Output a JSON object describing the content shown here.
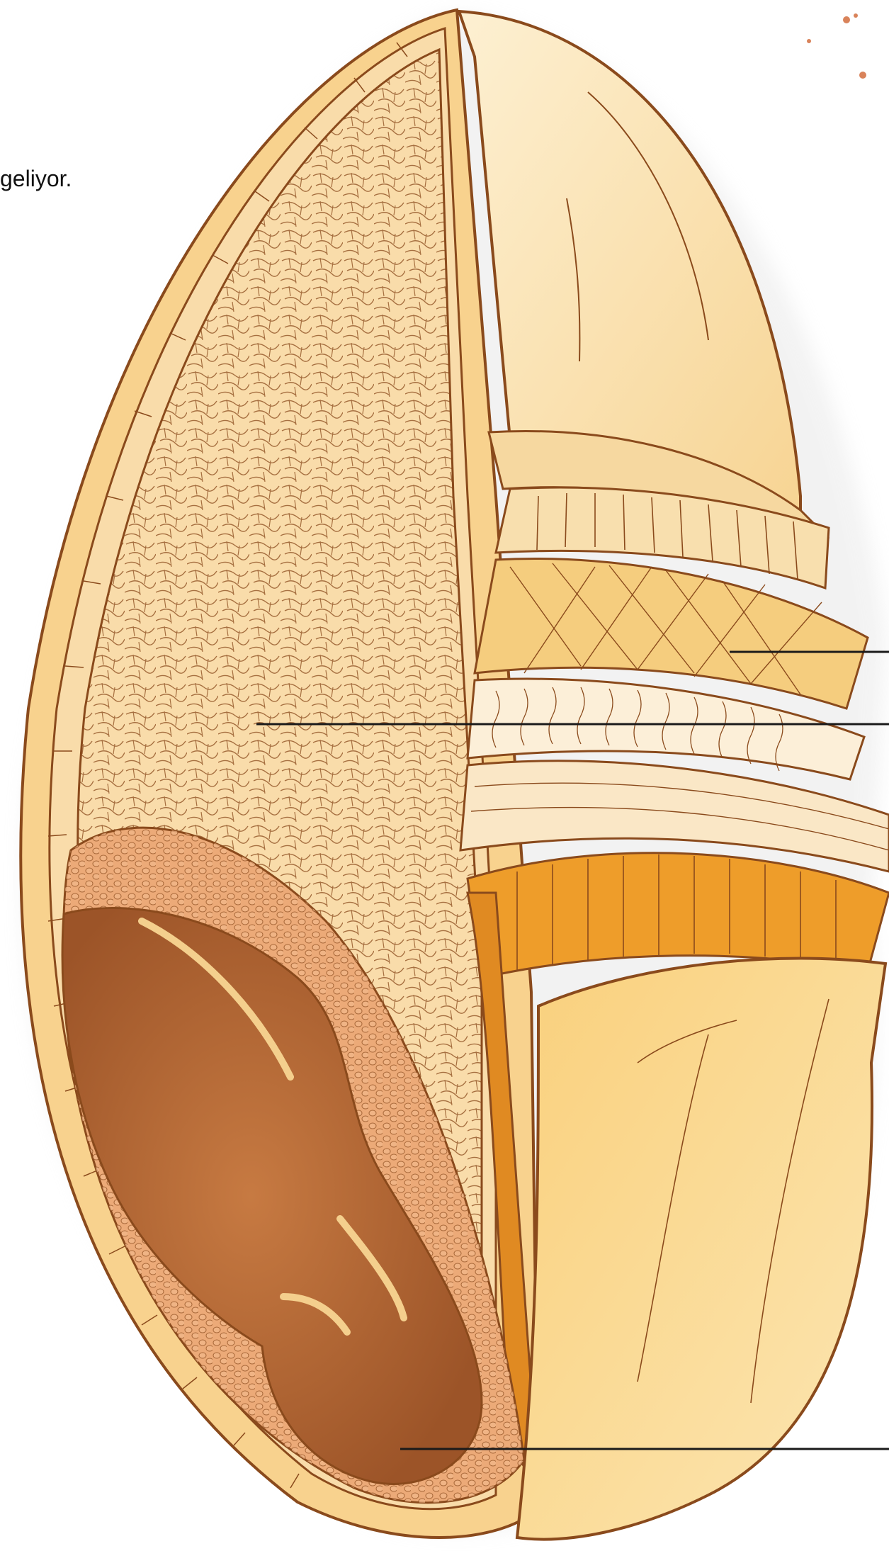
{
  "caption_fragment": "geliyor.",
  "colors": {
    "outline": "#8a4a1c",
    "pericarp": "#f8d28e",
    "endosperm": "#f9dcaa",
    "crease_top": "#fbe3b4",
    "layer_cross": "#f5cd7e",
    "layer_tube": "#fcefd8",
    "layer_seedcoat": "#fae7c6",
    "aleurone": "#ee9d2a",
    "husk": "#fbd98c",
    "scutellum": "#ecaa78",
    "embryo": "#b06232",
    "embryo_highlight": "#f4cf8d",
    "leader_line": "#1a1a1a",
    "speck": "#d9835a"
  },
  "icons": [
    "leader-line",
    "decorative-speck"
  ]
}
